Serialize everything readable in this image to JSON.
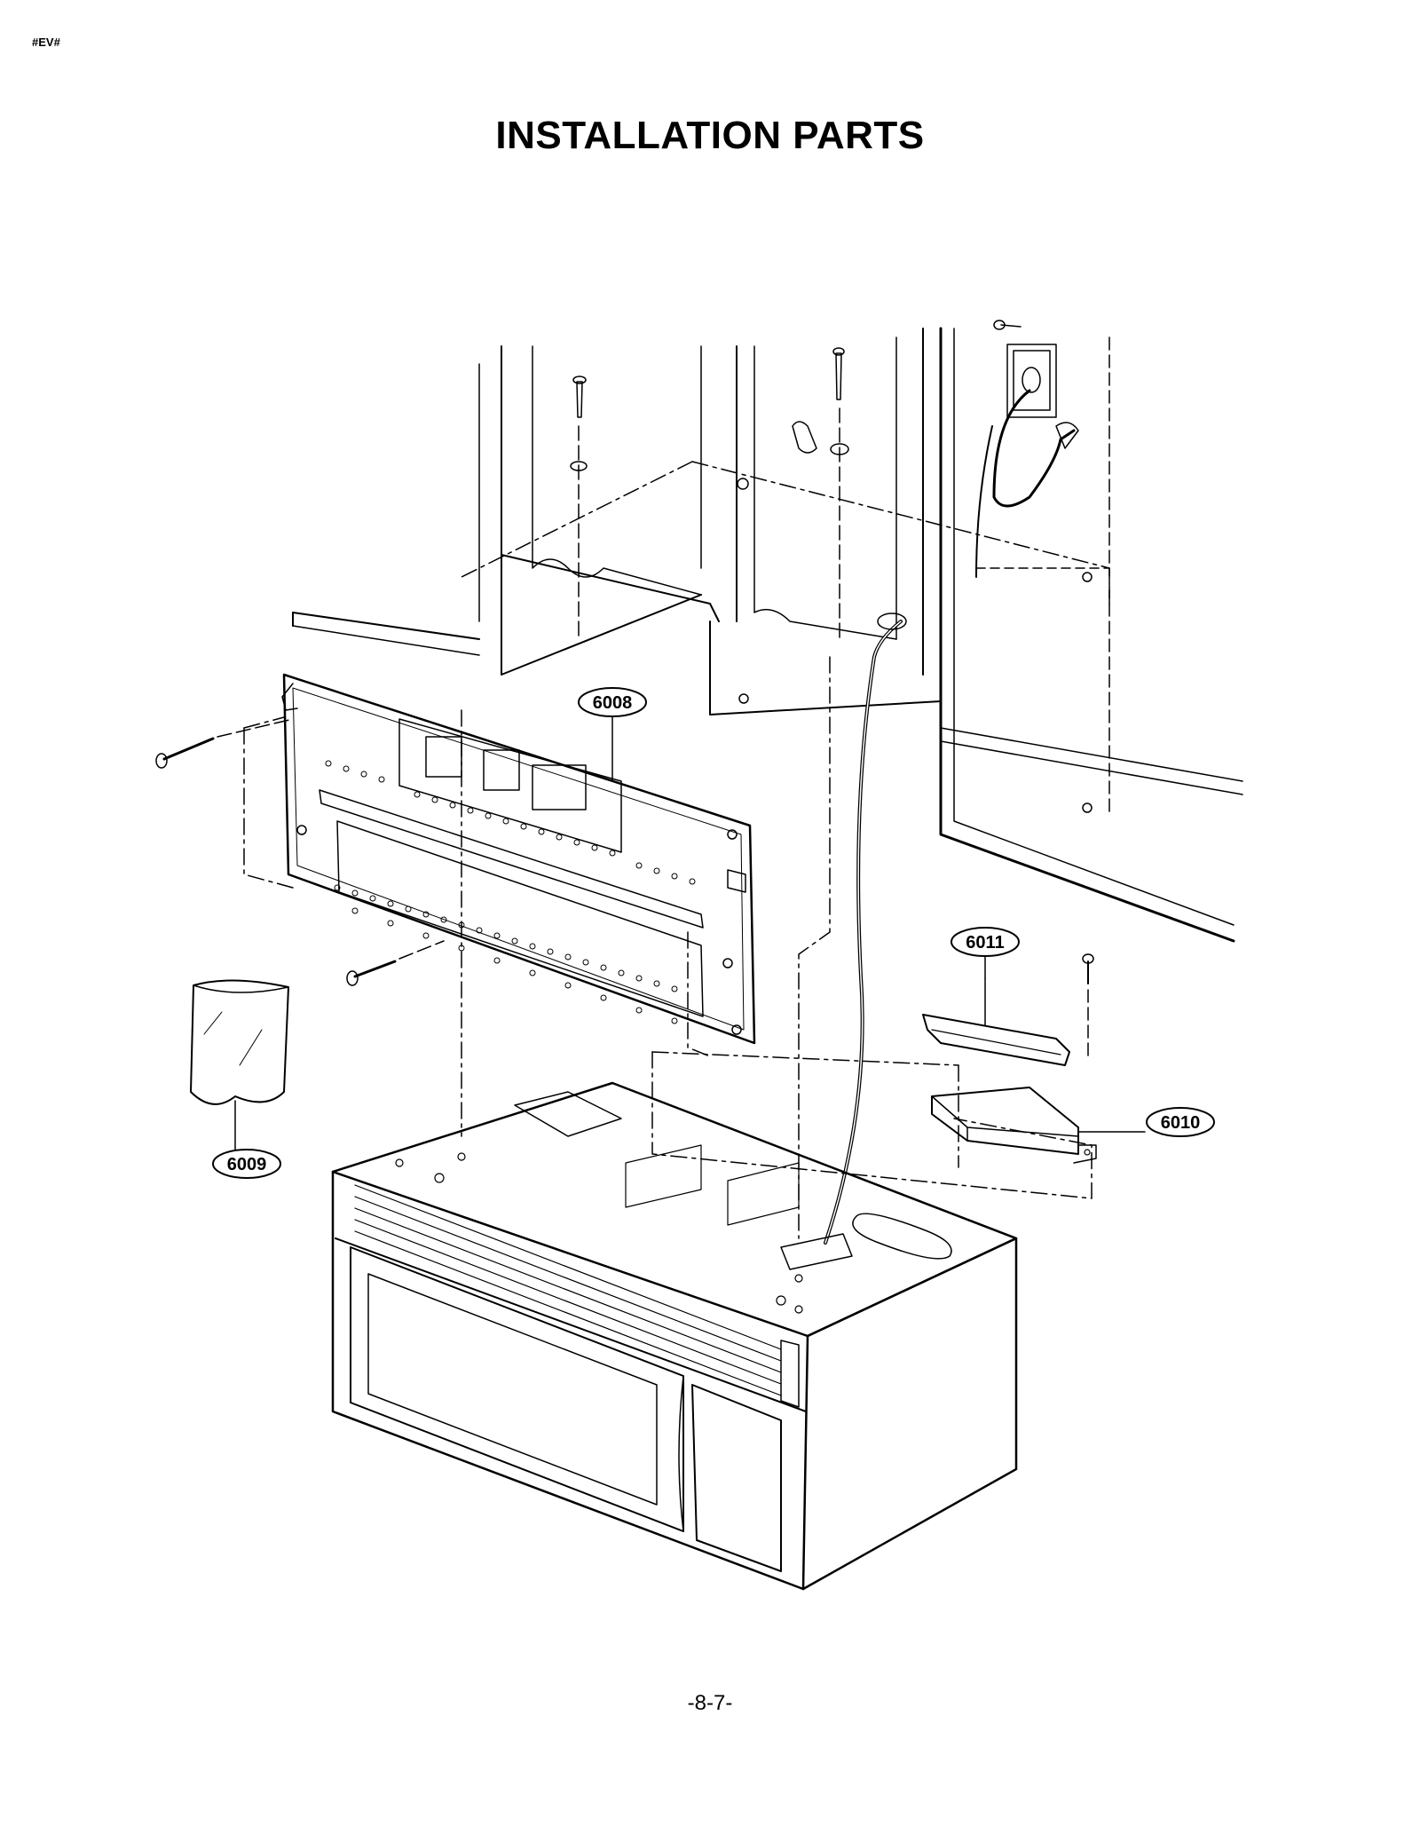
{
  "header": {
    "code": "#EV#"
  },
  "title": "INSTALLATION PARTS",
  "callouts": [
    {
      "id": "c6008",
      "label": "6008"
    },
    {
      "id": "c6009",
      "label": "6009"
    },
    {
      "id": "c6010",
      "label": "6010"
    },
    {
      "id": "c6011",
      "label": "6011"
    }
  ],
  "page_number": "-8-7-"
}
